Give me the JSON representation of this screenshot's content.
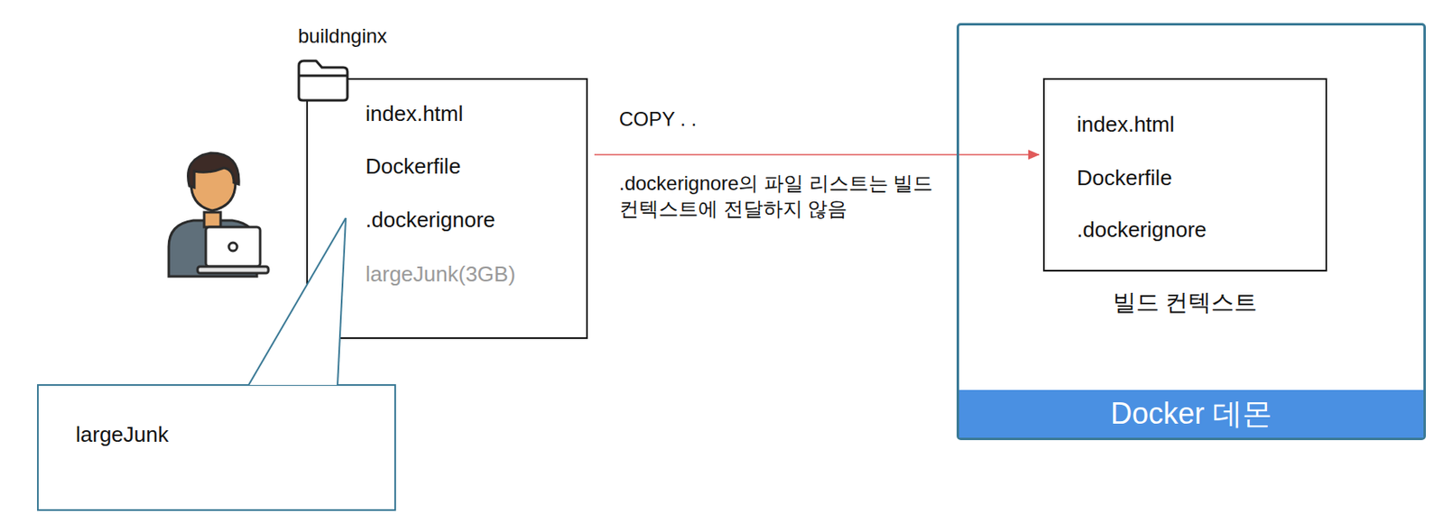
{
  "diagram": {
    "nodes": [
      {
        "text": [
          "buildnginx",
          "index.html",
          "Dockerfile",
          ".dockerignore",
          "largeJunk(3GB)"
        ]
      },
      {
        "text": [
          "largeJunk"
        ]
      },
      {
        "text": [
          "Docker 데몬"
        ]
      },
      {
        "text": [
          "index.html",
          "Dockerfile",
          ".dockerignore",
          "빌드 컨텍스트"
        ],
        "in": 2
      }
    ],
    "edges": [
      {
        "from": 0,
        "to": 3,
        "arrow": "to",
        "label": "COPY . ."
      }
    ],
    "labels": [
      ".dockerignore의 파일 리스트는 빌드 컨텍스트에 전달하지 않음"
    ]
  }
}
